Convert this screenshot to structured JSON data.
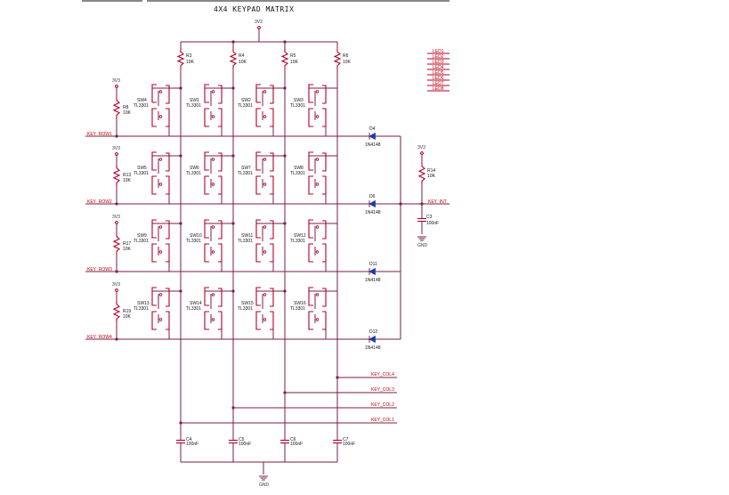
{
  "title": "4X4 KEYPAD MATRIX",
  "colors": {
    "wire": "#7a1e4a",
    "component": "#b3002a",
    "net_label": "#c00000",
    "text": "#111111"
  },
  "power": {
    "vcc": "3V3",
    "gnd": "GND"
  },
  "pullups_col": [
    {
      "ref": "R3",
      "value": "10K"
    },
    {
      "ref": "R4",
      "value": "10K"
    },
    {
      "ref": "R5",
      "value": "10K"
    },
    {
      "ref": "R6",
      "value": "10K"
    }
  ],
  "row_pullups": [
    {
      "ref": "R8",
      "value": "10K"
    },
    {
      "ref": "R13",
      "value": "10K"
    },
    {
      "ref": "R17",
      "value": "10K"
    },
    {
      "ref": "R19",
      "value": "10K"
    }
  ],
  "switches": [
    [
      "SW4",
      "SW1",
      "SW2",
      "SW3"
    ],
    [
      "SW5",
      "SW6",
      "SW7",
      "SW8"
    ],
    [
      "SW9",
      "SW10",
      "SW11",
      "SW12"
    ],
    [
      "SW13",
      "SW14",
      "SW15",
      "SW16"
    ]
  ],
  "switch_part": "TL3301",
  "row_nets": [
    "KEY_ROW1",
    "KEY_ROW2",
    "KEY_ROW3",
    "KEY_ROW4"
  ],
  "diodes": [
    {
      "ref": "D4",
      "value": "1N4148"
    },
    {
      "ref": "D6",
      "value": "1N4148"
    },
    {
      "ref": "D11",
      "value": "1N4148"
    },
    {
      "ref": "D12",
      "value": "1N4148"
    }
  ],
  "int_pullup": {
    "ref": "R14",
    "value": "10K"
  },
  "int_cap": {
    "ref": "C3",
    "value": "100nF"
  },
  "int_net": "KEY_INT",
  "col_nets": [
    "KEY_COL4",
    "KEY_COL3",
    "KEY_COL2",
    "KEY_COL1"
  ],
  "col_caps": [
    {
      "ref": "C4",
      "value": "100nF"
    },
    {
      "ref": "C5",
      "value": "100nF"
    },
    {
      "ref": "C6",
      "value": "100nF"
    },
    {
      "ref": "C7",
      "value": "100nF"
    }
  ],
  "legend": [
    "LED1",
    "LED2",
    "LED3",
    "LED4",
    "LED5",
    "LED6",
    "LED7",
    "LED8"
  ]
}
